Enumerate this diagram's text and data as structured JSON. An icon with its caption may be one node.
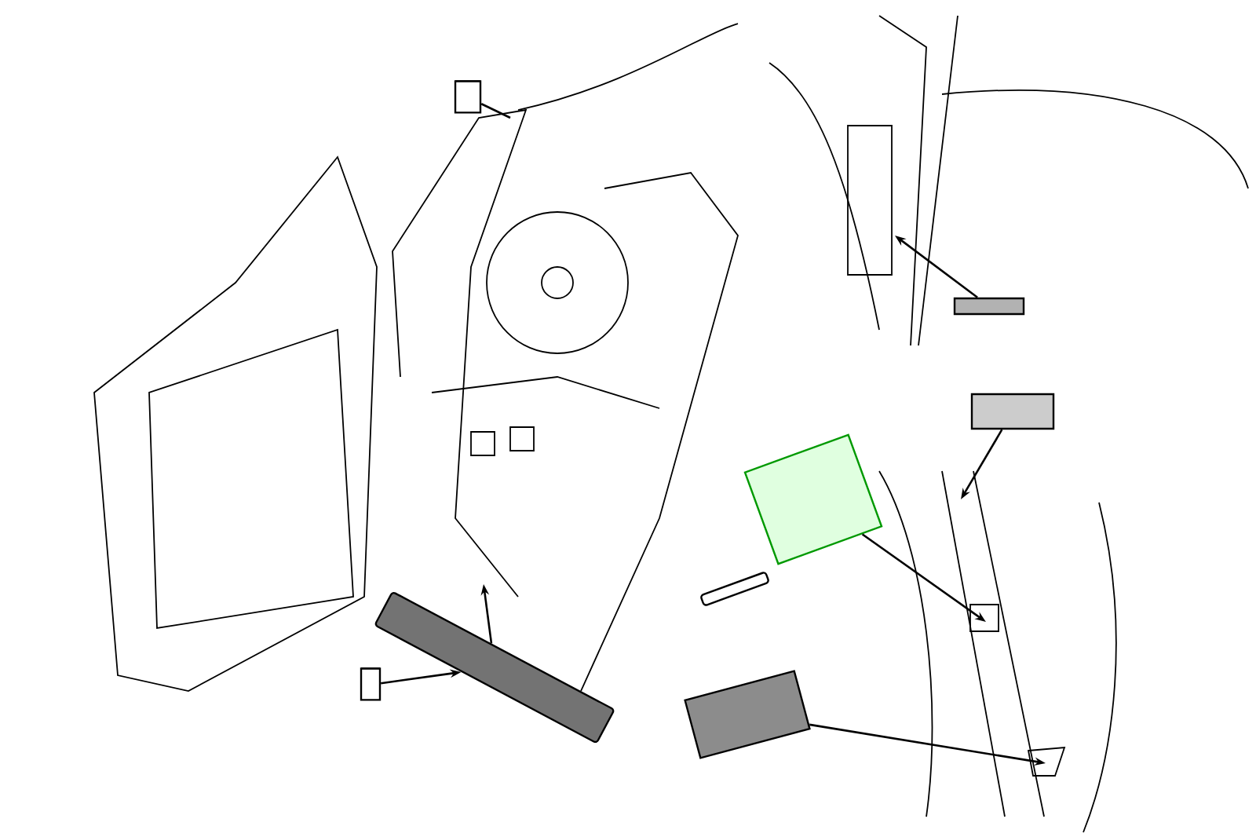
{
  "diagram": {
    "nodes": [
      {
        "text": [],
        "shape": "cylinder"
      },
      {
        "text": [],
        "shape": "bar"
      },
      {
        "text": [],
        "shape": "cylinder"
      },
      {
        "text": [],
        "shape": "box"
      },
      {
        "text": [],
        "shape": "box"
      },
      {
        "text": [],
        "shape": "box"
      },
      {
        "text": [],
        "shape": "bar"
      },
      {
        "text": [],
        "shape": "box"
      }
    ],
    "edges": [
      {
        "from": 0,
        "to": null,
        "arrow": "none"
      },
      {
        "from": 2,
        "to": 1,
        "arrow": "to"
      },
      {
        "from": 1,
        "to": null,
        "arrow": "to"
      },
      {
        "from": 3,
        "to": null,
        "arrow": "to"
      },
      {
        "from": 4,
        "to": null,
        "arrow": "to"
      },
      {
        "from": 5,
        "to": null,
        "arrow": "to"
      },
      {
        "from": 7,
        "to": null,
        "arrow": "to"
      }
    ]
  }
}
